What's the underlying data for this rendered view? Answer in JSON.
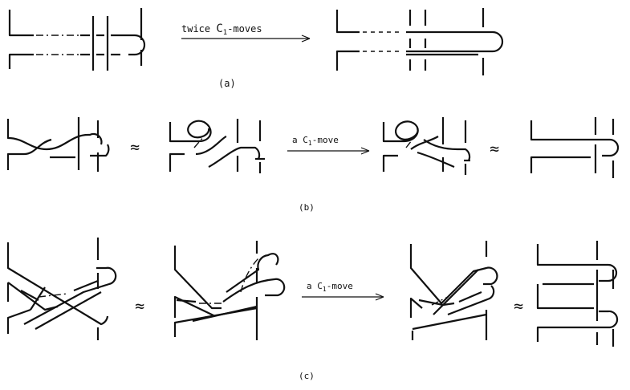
{
  "panels": {
    "a": {
      "caption": "(a)",
      "arrow_label_prefix": "twice ",
      "arrow_label_move": "C",
      "arrow_label_sub": "1",
      "arrow_label_suffix": "-moves"
    },
    "b": {
      "caption": "(b)",
      "arrow_label_prefix": "a ",
      "arrow_label_move": "C",
      "arrow_label_sub": "1",
      "arrow_label_suffix": "-move",
      "equiv_symbol": "≈"
    },
    "c": {
      "caption": "(c)",
      "arrow_label_prefix": "a ",
      "arrow_label_move": "C",
      "arrow_label_sub": "1",
      "arrow_label_suffix": "-move",
      "equiv_symbol": "≈"
    }
  }
}
